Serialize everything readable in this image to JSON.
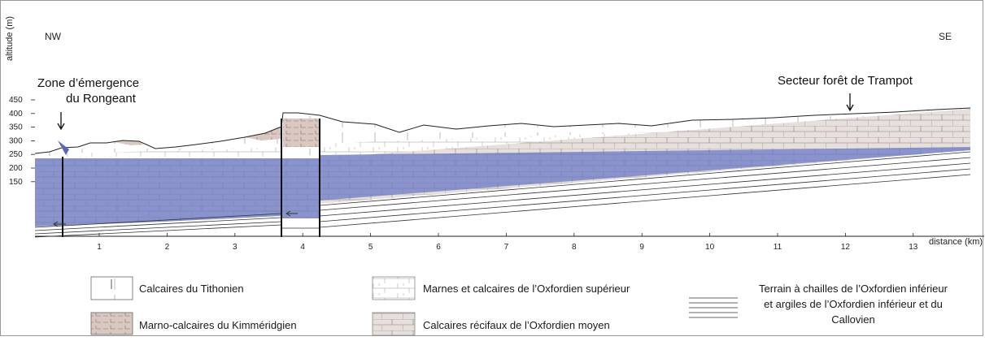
{
  "axes": {
    "ylabel": "altitude (m)",
    "xlabel": "distance (km)",
    "y_ticks": [
      "450",
      "400",
      "350",
      "300",
      "250",
      "200",
      "150"
    ],
    "x_ticks": [
      "1",
      "2",
      "3",
      "4",
      "5",
      "6",
      "7",
      "8",
      "9",
      "10",
      "11",
      "12",
      "13"
    ]
  },
  "orientation": {
    "left": "NW",
    "right": "SE"
  },
  "annotations": {
    "zone_line1": "Zone d’émergence",
    "zone_line2": "du Rongeant",
    "secteur": "Secteur forêt de Trampot"
  },
  "legend": {
    "tithonien": "Calcaires du Tithonien",
    "kimmeridgien": "Marno-calcaires du Kimméridgien",
    "oxf_sup": "Marnes et calcaires de l’Oxfordien supérieur",
    "oxf_moyen": "Calcaires récifaux de l’Oxfordien moyen",
    "terrain_line1": "Terrain à chailles de l’Oxfordien inférieur",
    "terrain_line2": "et argiles de l’Oxfordien inférieur et du",
    "terrain_line3": "Callovien"
  },
  "colors": {
    "aquifer_blue": "#8a93cc",
    "reef_gray": "#e6dfdc",
    "kimm_brown": "#d9c8c2",
    "line": "#333333"
  }
}
